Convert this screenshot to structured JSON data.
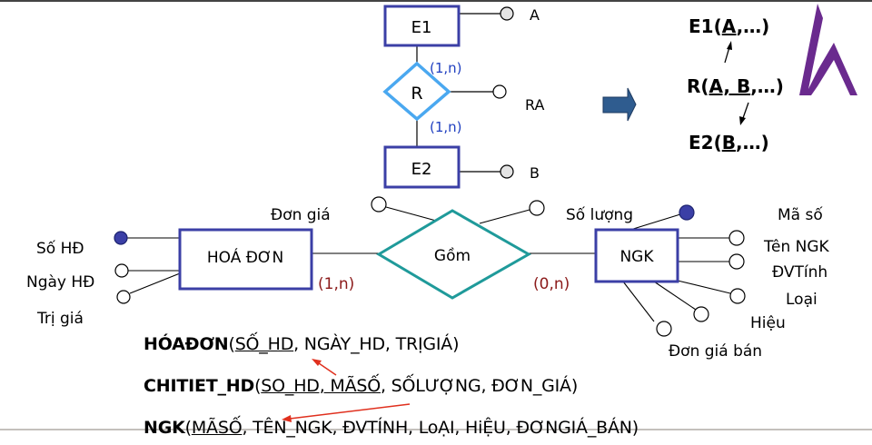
{
  "colors": {
    "entity_border": "#3b3fa6",
    "generic_relation_border": "#4aa8f0",
    "relation_border": "#1f9a9a",
    "generic_cardinality": "#1f3fc0",
    "cardinality": "#8b1a1a",
    "key_fill": "#3b3fa6",
    "generic_attr_fill": "#e4e4e4",
    "arrow_fill": "#2f5c8f",
    "fk_arrow": "#e0301e",
    "logo": "#6a2a8e"
  },
  "generic_model": {
    "entity1": "E1",
    "entity2": "E2",
    "relation": "R",
    "card_top": "(1,n)",
    "card_bottom": "(1,n)",
    "attr_e1": "A",
    "attr_r": "RA",
    "attr_e2": "B"
  },
  "transform_rules": {
    "e1": {
      "name": "E1(",
      "key": "A",
      "rest": ",…)"
    },
    "r": {
      "name": "R(",
      "key": "A, B",
      "rest": ",…)"
    },
    "e2": {
      "name": "E2(",
      "key": "B",
      "rest": ",…)"
    }
  },
  "example_model": {
    "entity_left": "HOÁ ĐƠN",
    "entity_right": "NGK",
    "relation": "Gồm",
    "card_left": "(1,n)",
    "card_right": "(0,n)",
    "relation_attrs": [
      "Đơn giá",
      "Số lượng"
    ],
    "left_attrs": [
      "Số HĐ",
      "Ngày HĐ",
      "Trị giá"
    ],
    "right_attrs": [
      "Mã số",
      "Tên NGK",
      "ĐVTính",
      "Loại",
      "Hiệu",
      "Đơn giá bán"
    ]
  },
  "relations": [
    {
      "name": "HÓAĐƠN",
      "open": "(",
      "key": "SỐ_HD",
      "rest": ", NGÀY_HD, TRỊGIÁ)"
    },
    {
      "name": "CHITIET_HD",
      "open": "(",
      "key": "SO_HD, MÃSỐ",
      "rest": ", SỐLƯỢNG, ĐƠN_GIÁ)"
    },
    {
      "name": "NGK",
      "open": "(",
      "key": "MÃSỐ",
      "rest": ", TÊN_NGK, ĐVTÍNH, LoẠI, HiỆU, ĐƠNGIÁ_BÁN)"
    }
  ]
}
